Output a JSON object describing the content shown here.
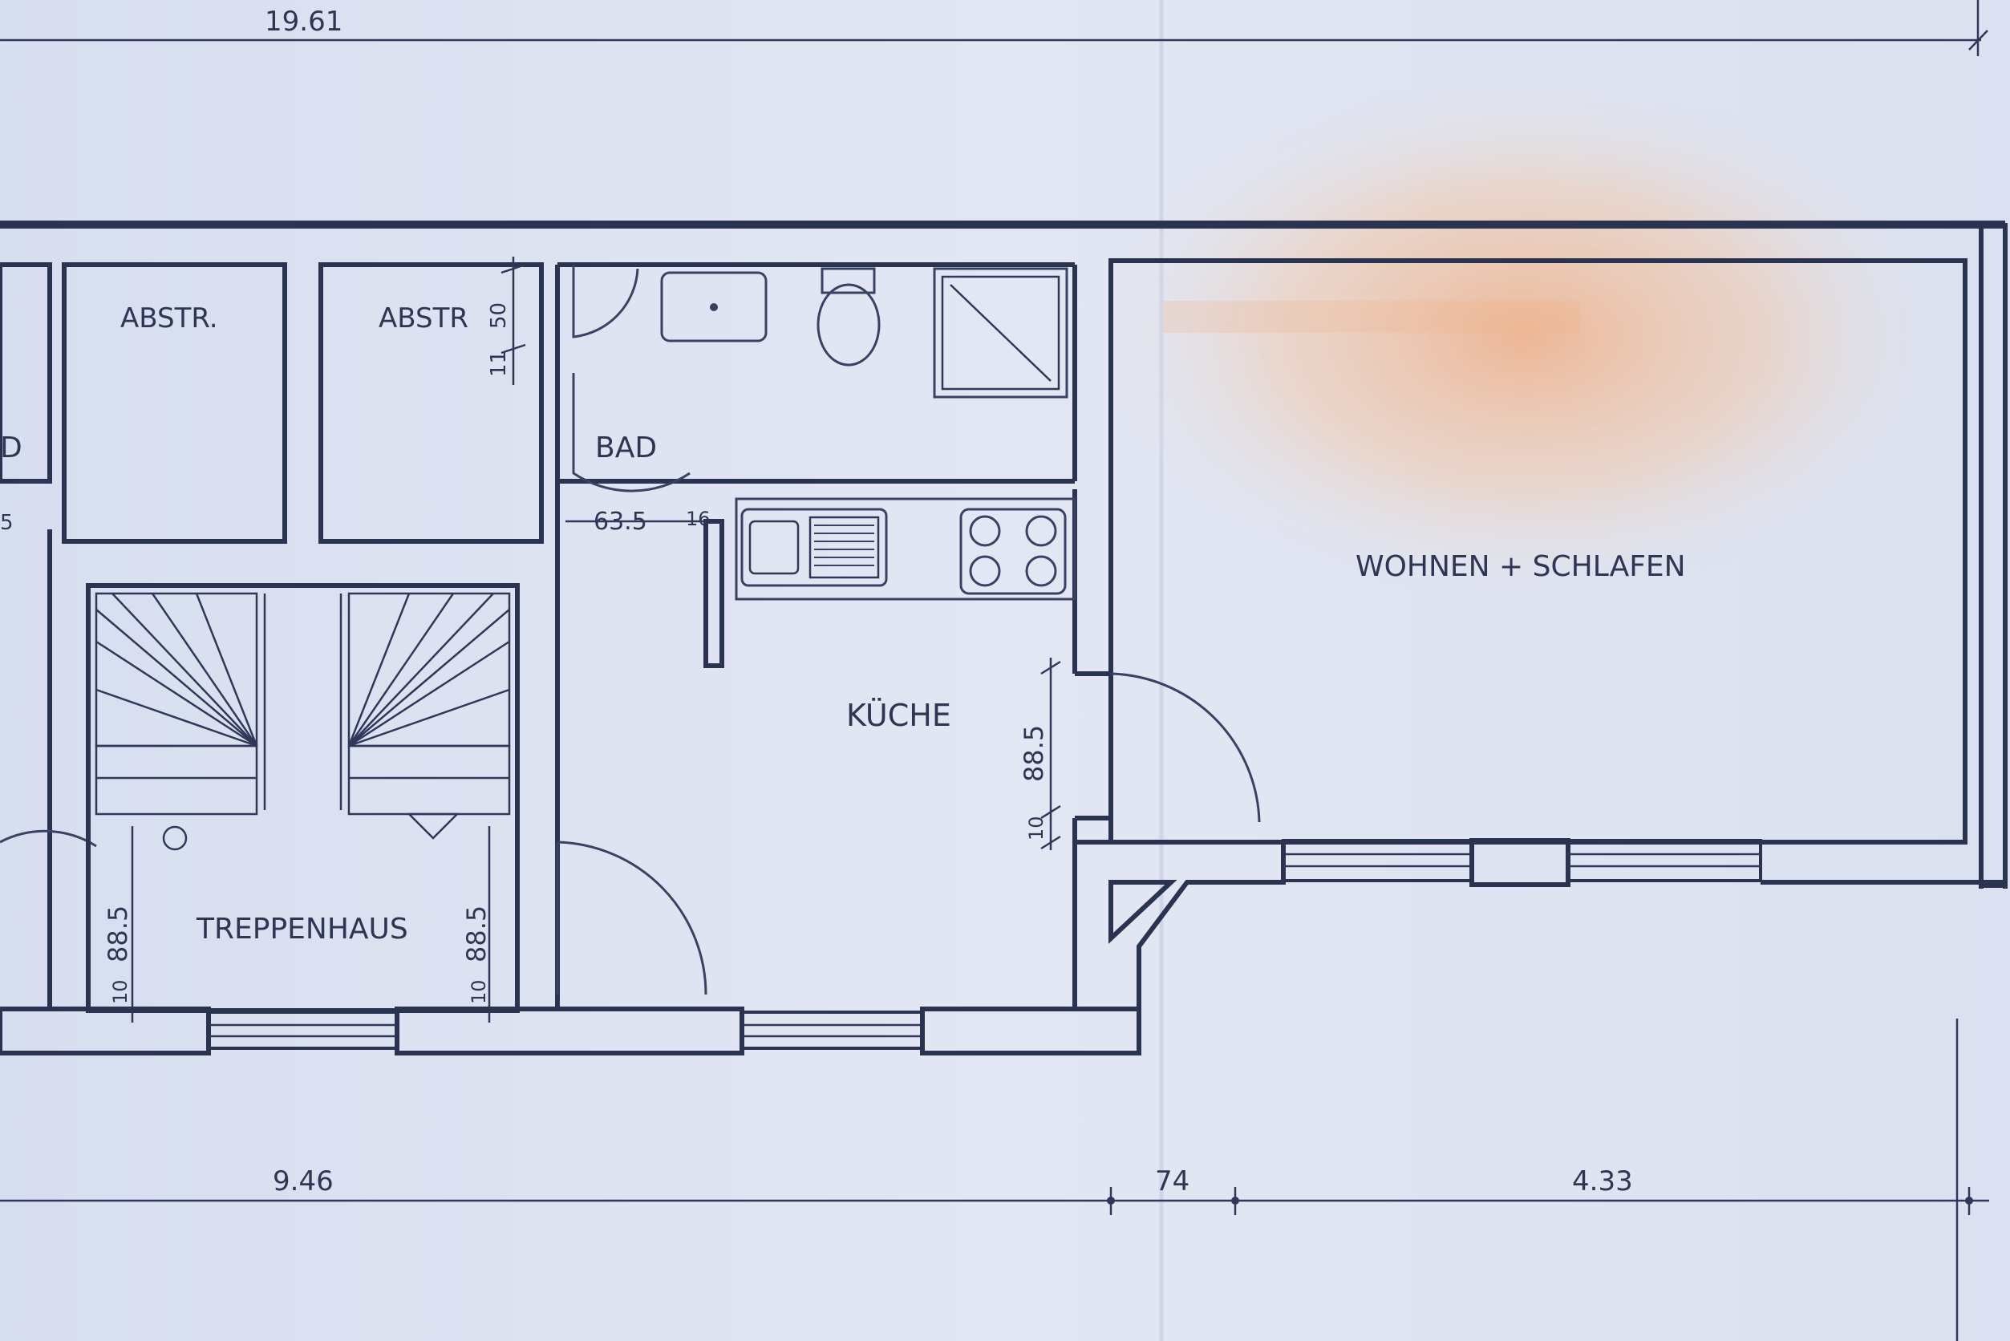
{
  "rooms": {
    "abstr1": "ABSTR.",
    "abstr2": "ABSTR",
    "bad": "BAD",
    "kueche": "KÜCHE",
    "wohnen": "WOHNEN + SCHLAFEN",
    "treppenhaus": "TREPPENHAUS"
  },
  "dimensions": {
    "overall_width": "19.61",
    "left_section": "9.46",
    "middle_section": "74",
    "right_section": "4.33",
    "bad_width": "63.5",
    "bad_side": "16",
    "abstr_height": "50",
    "abstr_offset": "11",
    "partial_left": "5",
    "door_kueche": "88.5",
    "door_kueche_offset": "10",
    "door_stair_left": "88.5",
    "door_stair_left_offset": "10",
    "door_stair_right": "88.5",
    "door_stair_right_offset": "10",
    "partial_room": "D"
  },
  "colors": {
    "paper": "#dfe4f2",
    "ink": "#2a3350",
    "stain": "#f0b48a"
  }
}
